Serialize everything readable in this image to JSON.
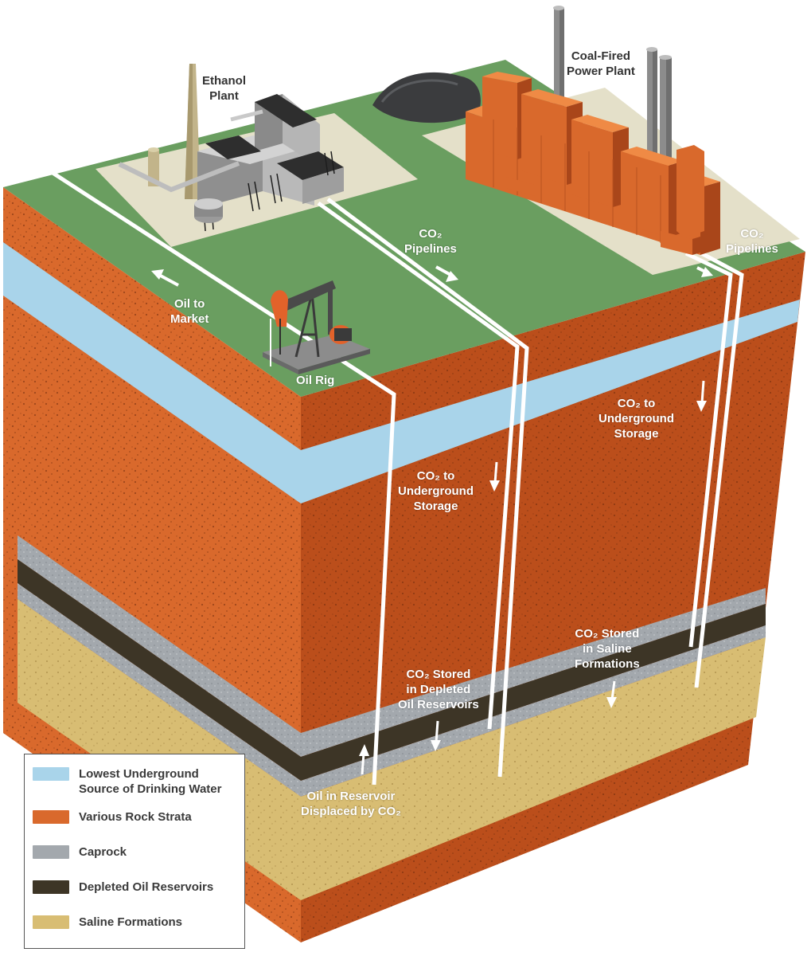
{
  "labels": {
    "ethanol_plant": [
      "Ethanol",
      "Plant"
    ],
    "coal_plant": [
      "Coal-Fired",
      "Power Plant"
    ],
    "oil_to_market": [
      "Oil to",
      "Market"
    ],
    "oil_rig": "Oil Rig",
    "co2_pipelines_center": [
      "CO₂",
      "Pipelines"
    ],
    "co2_pipelines_right": [
      "CO₂",
      "Pipelines"
    ],
    "co2_storage_center": [
      "CO₂ to",
      "Underground",
      "Storage"
    ],
    "co2_storage_right": [
      "CO₂ to",
      "Underground",
      "Storage"
    ],
    "co2_stored_depleted": [
      "CO₂ Stored",
      "in Depleted",
      "Oil Reservoirs"
    ],
    "co2_stored_saline": [
      "CO₂ Stored",
      "in Saline",
      "Formations"
    ],
    "oil_displaced": [
      "Oil in Reservoir",
      "Displaced by CO₂"
    ]
  },
  "legend": [
    {
      "label": "Lowest Underground Source of Drinking Water",
      "color": "#a9d4ea"
    },
    {
      "label": "Various Rock Strata",
      "color": "#d9692c"
    },
    {
      "label": "Caprock",
      "color": "#a3a8ad"
    },
    {
      "label": "Depleted Oil Reservoirs",
      "color": "#3d3526"
    },
    {
      "label": "Saline Formations",
      "color": "#d8bd73"
    }
  ],
  "colors": {
    "ground": "#6a9e60",
    "pad": "#e4e0c9",
    "rock_front": "#d9692c",
    "rock_right": "#bb4e1b",
    "water": "#a9d4ea",
    "caprock": "#a3a8ad",
    "oil": "#3d3526",
    "saline": "#d8bd73",
    "brick": "#d9692c",
    "concrete": "#9a9a9a"
  }
}
